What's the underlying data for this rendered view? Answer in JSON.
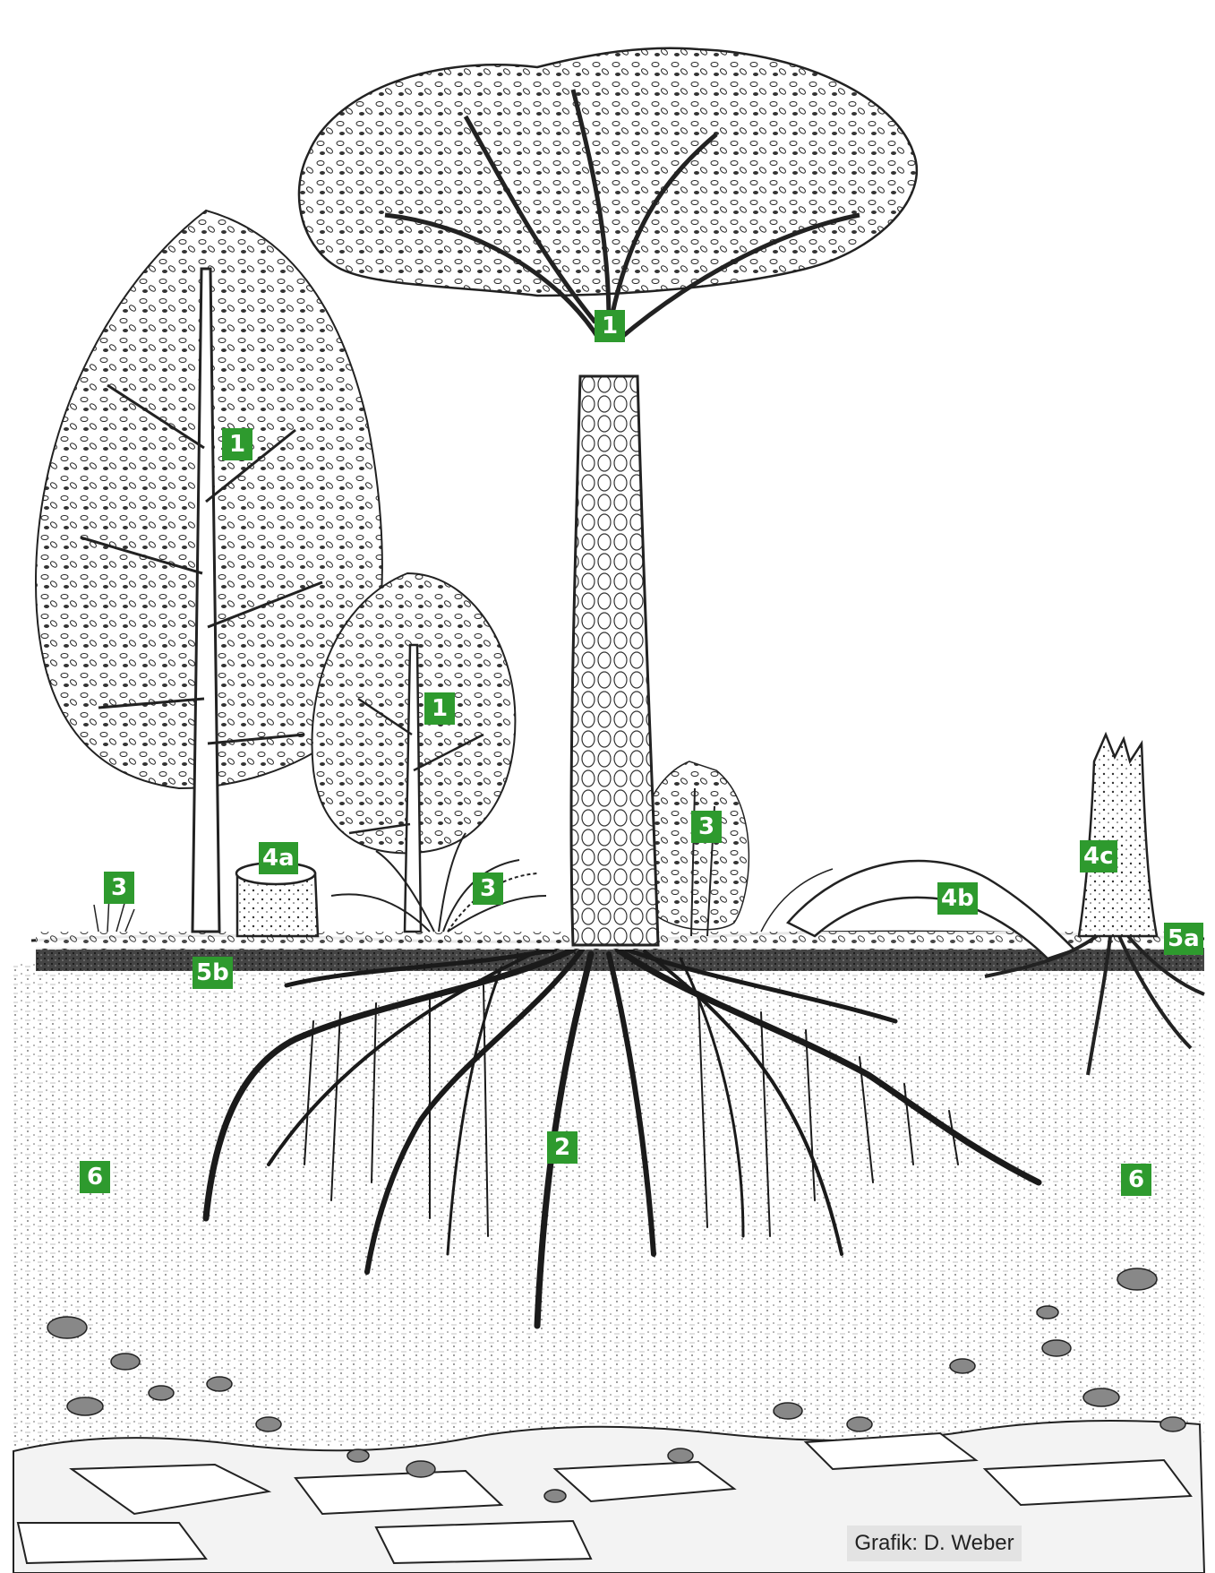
{
  "labels": {
    "big_tree_crown": "1",
    "left_tree": "1",
    "middle_tree": "1",
    "roots": "2",
    "shrub_left": "3",
    "fern": "3",
    "shrub_right": "3",
    "stump": "4a",
    "fallen_log": "4b",
    "snag": "4c",
    "litter_right": "5a",
    "litter_left": "5b",
    "soil_left": "6",
    "soil_right": "6"
  },
  "credit": "Grafik: D. Weber",
  "colors": {
    "marker": "#2e9a2e",
    "ink": "#1a1a1a",
    "credit_bg": "#e3e3e3"
  }
}
